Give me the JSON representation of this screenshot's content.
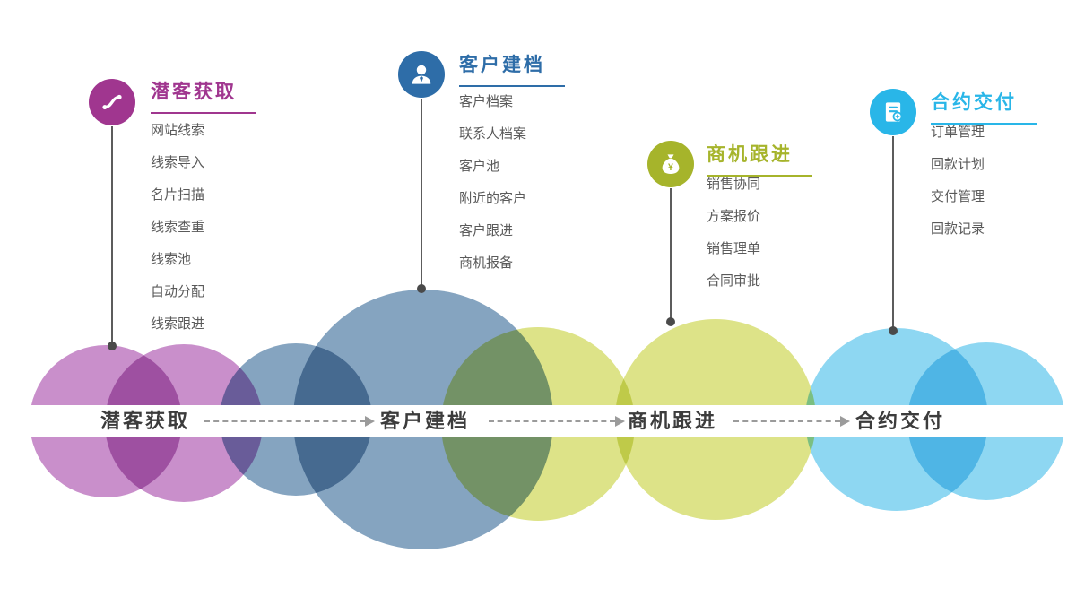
{
  "stages": [
    {
      "title": "潜客获取",
      "color": "#a0368f",
      "icon": "route-icon",
      "items": [
        "网站线索",
        "线索导入",
        "名片扫描",
        "线索查重",
        "线索池",
        "自动分配",
        "线索跟进"
      ]
    },
    {
      "title": "客户建档",
      "color": "#2e6da8",
      "icon": "user-icon",
      "items": [
        "客户档案",
        "联系人档案",
        "客户池",
        "附近的客户",
        "客户跟进",
        "商机报备"
      ]
    },
    {
      "title": "商机跟进",
      "color": "#a6b42b",
      "icon": "money-bag-icon",
      "icon_symbol": "¥",
      "items": [
        "销售协同",
        "方案报价",
        "销售理单",
        "合同审批"
      ]
    },
    {
      "title": "合约交付",
      "color": "#29b6e8",
      "icon": "invoice-icon",
      "items": [
        "订单管理",
        "回款计划",
        "交付管理",
        "回款记录"
      ]
    }
  ],
  "flow_band": {
    "labels": [
      "潜客获取",
      "客户建档",
      "商机跟进",
      "合约交付"
    ]
  },
  "colors": {
    "purple": "#a0368f",
    "blue": "#2e6da8",
    "olive": "#a6b42b",
    "cyan": "#29b6e8",
    "band_text": "#3c3c3c",
    "item_text": "#5a5a5a",
    "connector": "#5c5c5c",
    "arrow": "#9b9b9b"
  }
}
